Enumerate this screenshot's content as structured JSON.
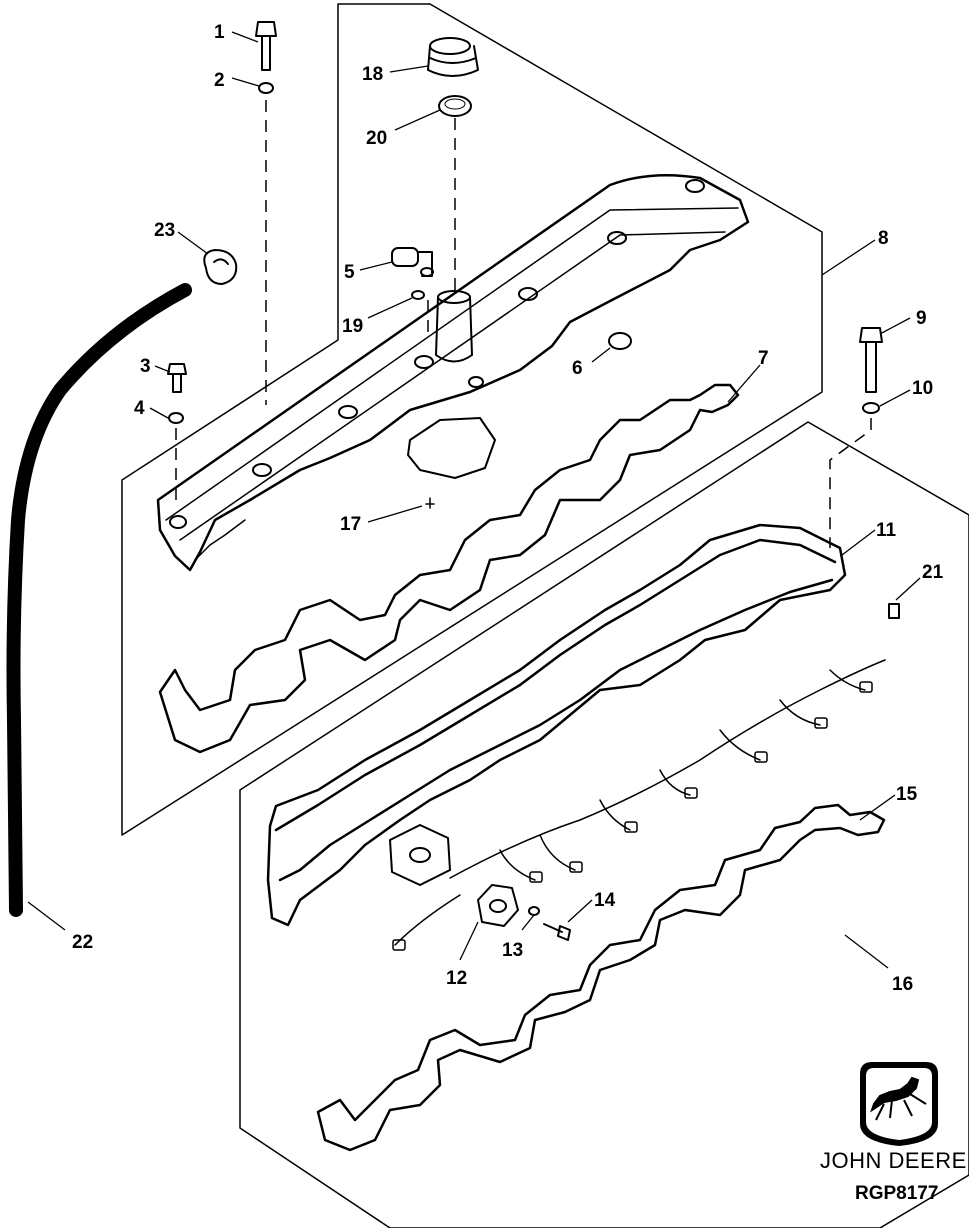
{
  "callouts": {
    "c1": "1",
    "c2": "2",
    "c3": "3",
    "c4": "4",
    "c5": "5",
    "c6": "6",
    "c7": "7",
    "c8": "8",
    "c9": "9",
    "c10": "10",
    "c11": "11",
    "c12": "12",
    "c13": "13",
    "c14": "14",
    "c15": "15",
    "c16": "16",
    "c17": "17",
    "c18": "18",
    "c19": "19",
    "c20": "20",
    "c21": "21",
    "c22": "22",
    "c23": "23"
  },
  "brand": {
    "name": "JOHN DEERE",
    "logo_icon": "deer-logo-icon"
  },
  "figure_id": "RGP8177",
  "colors": {
    "line": "#000000",
    "background": "#ffffff"
  }
}
